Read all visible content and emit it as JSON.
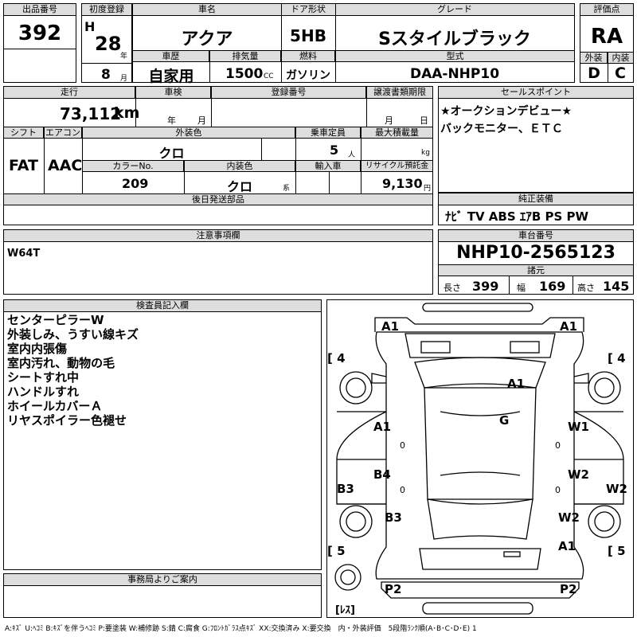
{
  "header": {
    "lot_label": "出品番号",
    "lot": "392",
    "first_reg_label": "初度登録",
    "era": "H",
    "year": "28",
    "year_unit": "年",
    "month": "8",
    "month_unit": "月",
    "car_name_label": "車名",
    "car_name": "アクア",
    "door_label": "ドア形状",
    "door": "5HB",
    "grade_label": "グレード",
    "grade": "Sスタイルブラック",
    "score_label": "評価点",
    "score": "RA",
    "history_label": "車歴",
    "history": "自家用",
    "displacement_label": "排気量",
    "displacement": "1500",
    "displacement_unit": "CC",
    "fuel_label": "燃料",
    "fuel": "ガソリン",
    "model_label": "型式",
    "model": "DAA-NHP10",
    "ext_grade_label": "外装",
    "ext_grade": "D",
    "int_grade_label": "内装",
    "int_grade": "C"
  },
  "row2": {
    "mileage_label": "走行",
    "mileage": "73,112",
    "mileage_unit": "km",
    "inspection_label": "車検",
    "insp_year_unit": "年",
    "insp_month_unit": "月",
    "reg_no_label": "登録番号",
    "transfer_label": "譲渡書類期限",
    "transfer_month_unit": "月",
    "transfer_day_unit": "日",
    "shift_label": "シフト",
    "shift": "FAT",
    "ac_label": "エアコン",
    "ac": "AAC",
    "ext_color_label": "外装色",
    "ext_color": "クロ",
    "capacity_label": "乗車定員",
    "capacity": "5",
    "capacity_unit": "人",
    "max_load_label": "最大積載量",
    "max_load_unit": "kg",
    "color_no_label": "カラーNo.",
    "color_no": "209",
    "int_color_label": "内装色",
    "int_color": "クロ",
    "int_color_unit": "系",
    "import_label": "輸入車",
    "recycle_label": "リサイクル預託金",
    "recycle": "9,130",
    "recycle_unit": "円",
    "later_parts_label": "後日発送部品"
  },
  "sales": {
    "label": "セールスポイント",
    "line1": "★オークションデビュー★",
    "line2": "バックモニター、ＥＴＣ"
  },
  "equipment": {
    "label": "純正装備",
    "items": "ﾅﾋﾞ TV ABS ｴｱB PS PW"
  },
  "caution": {
    "label": "注意事項欄",
    "text": "W64T"
  },
  "chassis": {
    "label": "車台番号",
    "number": "NHP10-2565123",
    "spec_label": "諸元",
    "length_label": "長さ",
    "length": "399",
    "width_label": "幅",
    "width": "169",
    "height_label": "高さ",
    "height": "145"
  },
  "inspector": {
    "label": "検査員記入欄",
    "lines": [
      "センターピラーW",
      "外装しみ、うすい線キズ",
      "室内内張傷",
      "室内汚れ、動物の毛",
      "シートすれ中",
      "ハンドルすれ",
      "ホイールカバーＡ",
      "リヤスポイラー色褪せ"
    ]
  },
  "office": {
    "label": "事務局よりご案内"
  },
  "diagram": {
    "marks": {
      "a1_tl": "A1",
      "a1_tr": "A1",
      "a1_roof": "A1",
      "g": "G",
      "a1_left": "A1",
      "w1_right": "W1",
      "b4_left": "B4",
      "w2_right": "W2",
      "b3_left": "B3",
      "w2_right_outer": "W2",
      "b3_left_rear": "B3",
      "w2_right_rear": "W2",
      "a1_rear": "A1",
      "p2_left": "P2",
      "p2_right": "P2",
      "zero_1": "0",
      "zero_2": "0",
      "zero_3": "0",
      "zero_4": "0"
    },
    "tires": {
      "fl": "[ 4",
      "fr": "[ 4",
      "rl": "[ 5",
      "rr": "[ 5",
      "spare": "[ﾚｽ]"
    }
  },
  "footer": "A:ｷｽﾞ U:ﾍｺﾐ B:ｷｽﾞを伴うﾍｺﾐ P:要塗装 W:補修跡 S:錆 C:腐食 G:ﾌﾛﾝﾄｶﾞﾗｽ点ｷｽﾞ XX:交換済み X:要交換　内・外装評価　5段階ﾗﾝｸ順(A･B･C･D･E) 1"
}
